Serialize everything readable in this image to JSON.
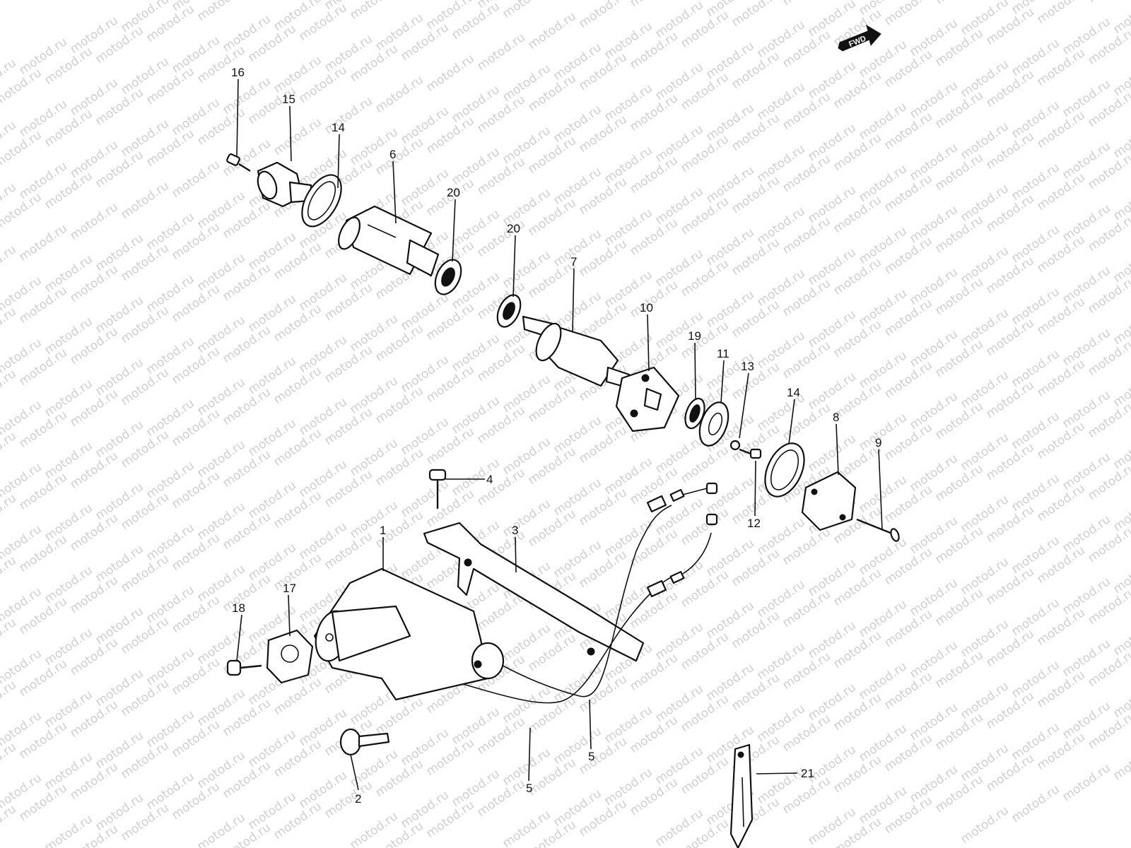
{
  "watermark": {
    "text": "motod.ru"
  },
  "diagram": {
    "direction_arrow": {
      "text": "FWD"
    },
    "callouts": [
      {
        "id": "c16a",
        "text": "16"
      },
      {
        "id": "c15",
        "text": "15"
      },
      {
        "id": "c14a",
        "text": "14"
      },
      {
        "id": "c6",
        "text": "6"
      },
      {
        "id": "c20a",
        "text": "20"
      },
      {
        "id": "c20b",
        "text": "20"
      },
      {
        "id": "c7",
        "text": "7"
      },
      {
        "id": "c10",
        "text": "10"
      },
      {
        "id": "c19",
        "text": "19"
      },
      {
        "id": "c11",
        "text": "11"
      },
      {
        "id": "c13",
        "text": "13"
      },
      {
        "id": "c14b",
        "text": "14"
      },
      {
        "id": "c8",
        "text": "8"
      },
      {
        "id": "c9",
        "text": "9"
      },
      {
        "id": "c12",
        "text": "12"
      },
      {
        "id": "c4",
        "text": "4"
      },
      {
        "id": "c3",
        "text": "3"
      },
      {
        "id": "c1",
        "text": "1"
      },
      {
        "id": "c17",
        "text": "17"
      },
      {
        "id": "c18",
        "text": "18"
      },
      {
        "id": "c2",
        "text": "2"
      },
      {
        "id": "c5a",
        "text": "5"
      },
      {
        "id": "c5b",
        "text": "5"
      },
      {
        "id": "c21",
        "text": "21"
      }
    ]
  }
}
